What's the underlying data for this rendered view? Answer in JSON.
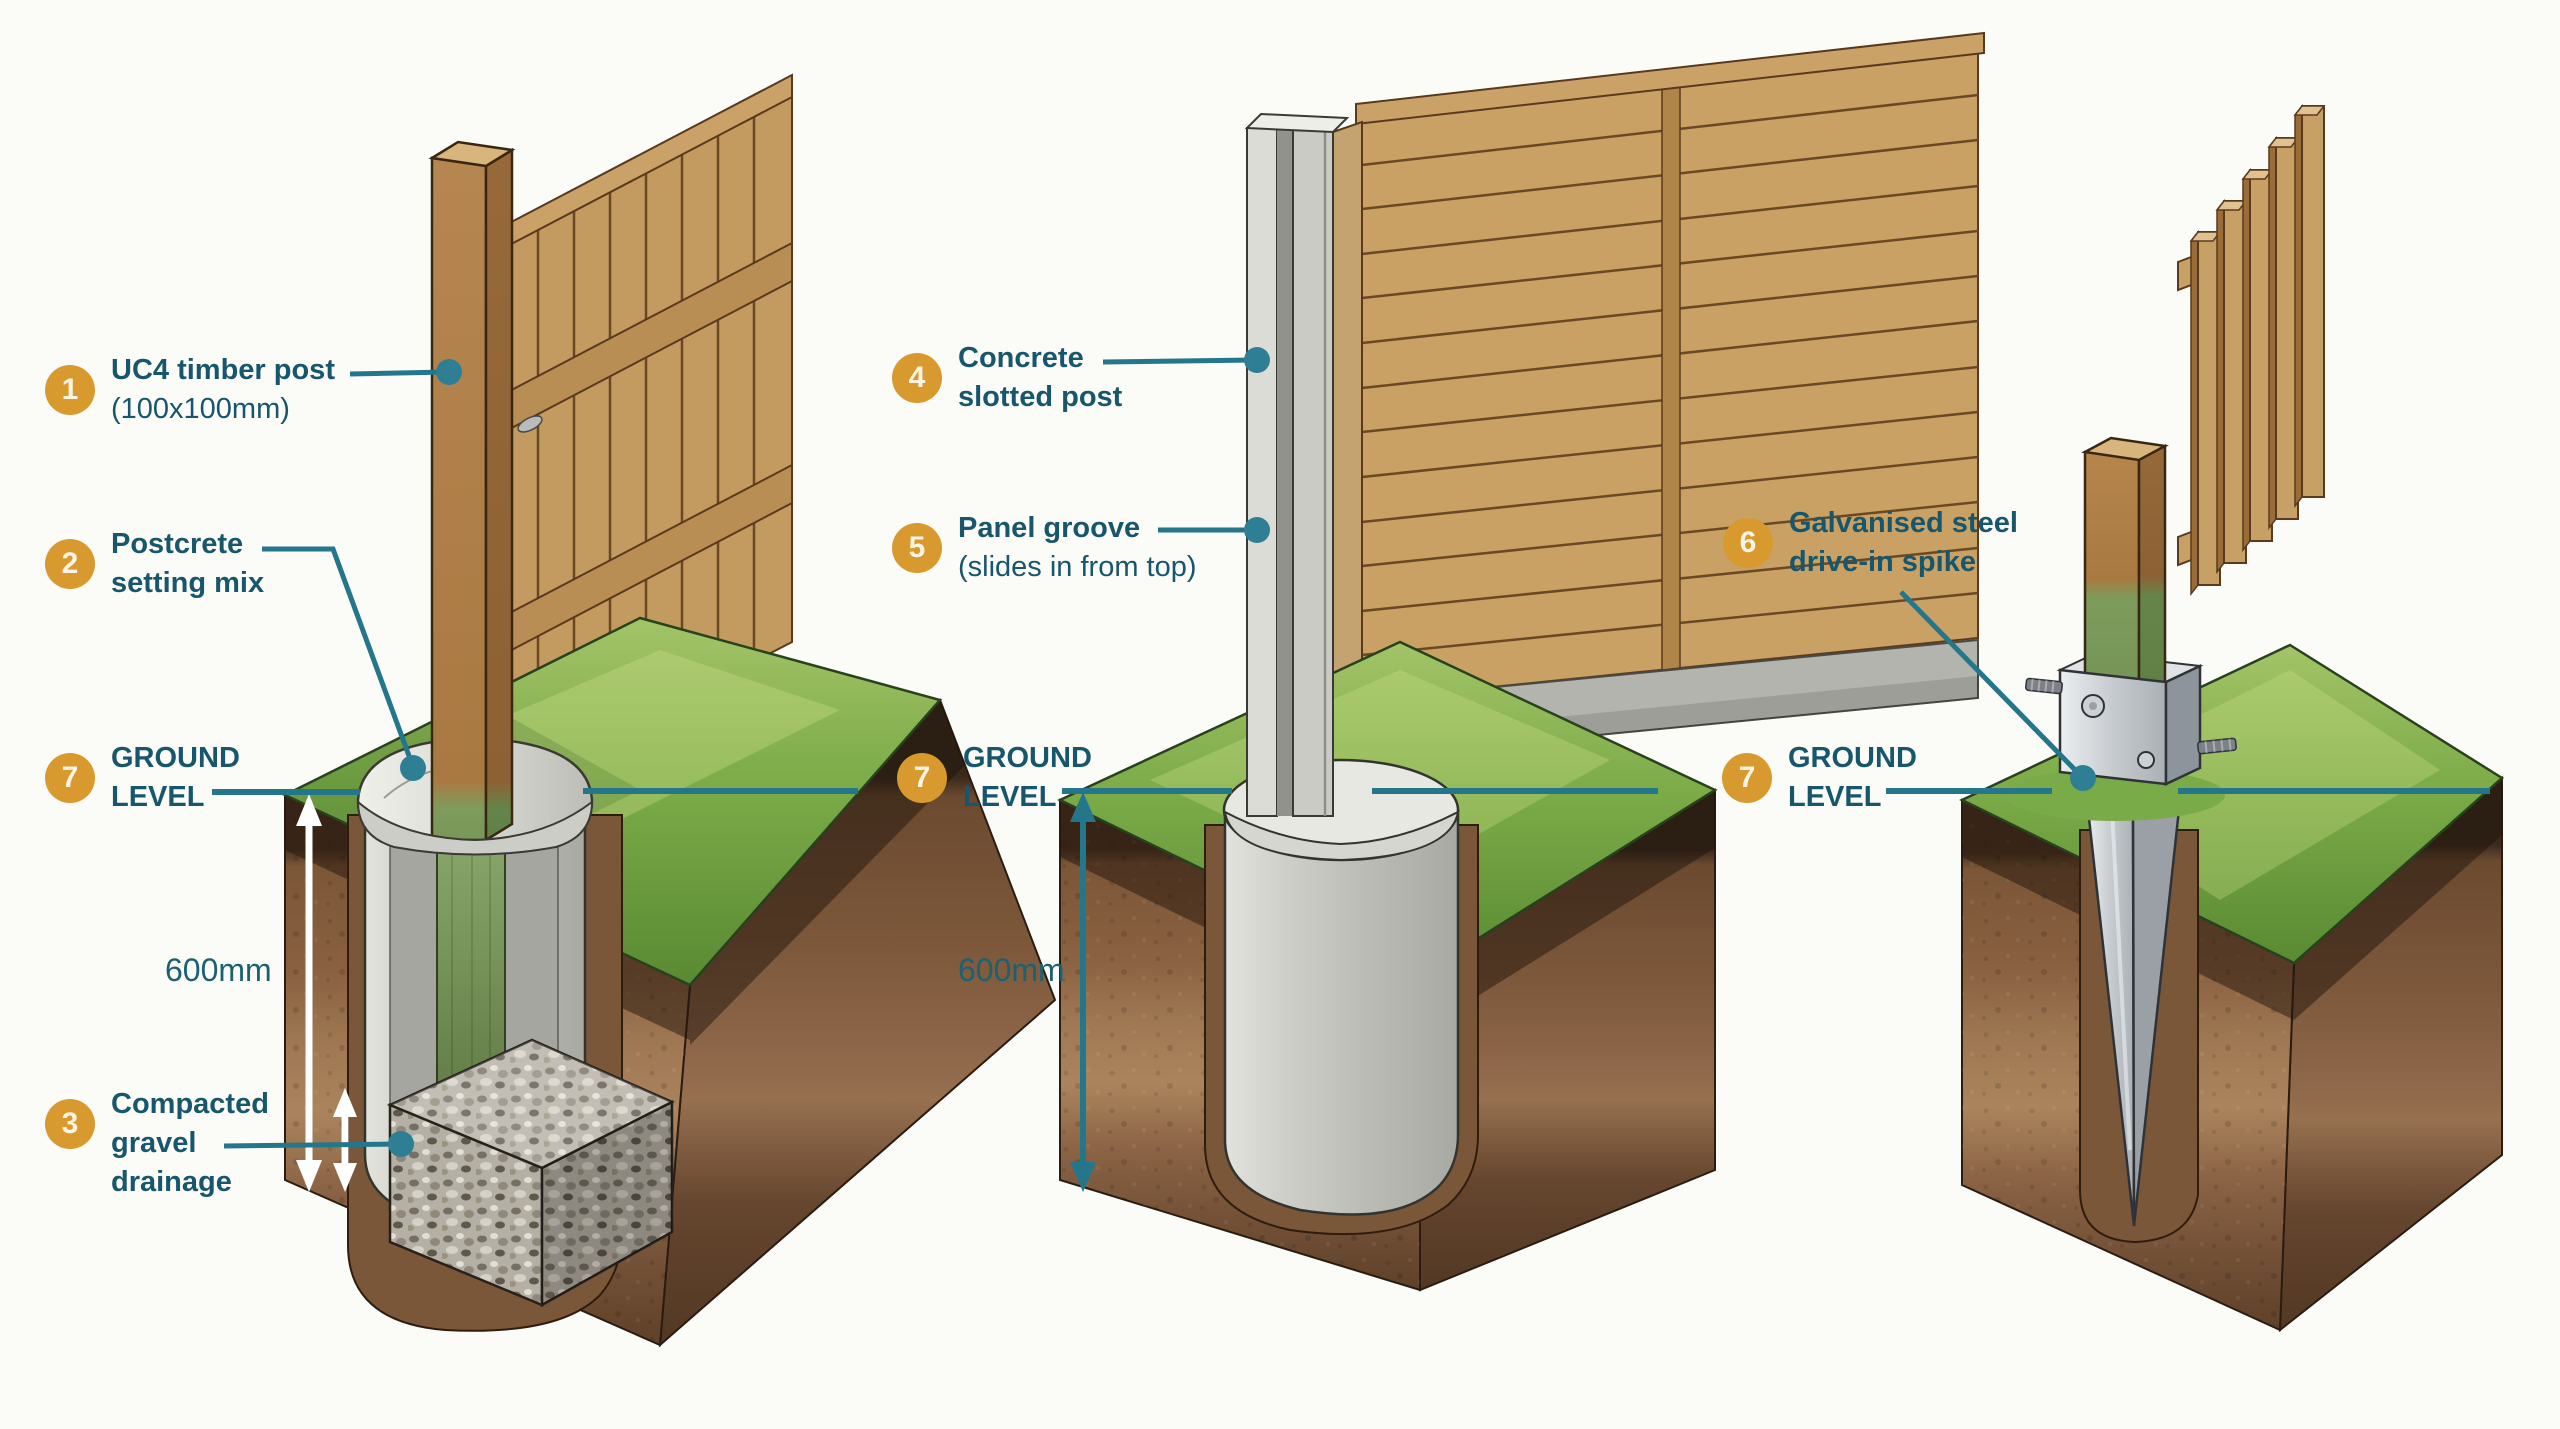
{
  "diagram": {
    "type": "fence-post-installation-methods",
    "colors": {
      "badge_orange": "#D8992E",
      "label_teal": "#17566B",
      "leader_line_teal": "#24768B",
      "background": "#FBFBF8"
    },
    "callouts": {
      "c1": {
        "num": "1",
        "lines": [
          "UC4 timber post",
          "(100x100mm)"
        ]
      },
      "c2": {
        "num": "2",
        "lines": [
          "Postcrete",
          "setting mix"
        ]
      },
      "c3": {
        "num": "3",
        "lines": [
          "Compacted",
          "gravel",
          "drainage"
        ]
      },
      "c4": {
        "num": "4",
        "lines": [
          "Concrete",
          "slotted post"
        ]
      },
      "c5": {
        "num": "5",
        "lines": [
          "Panel groove",
          "(slides in from top)"
        ]
      },
      "c6": {
        "num": "6",
        "lines": [
          "Galvanised steel",
          "drive-in spike"
        ]
      },
      "g_left": {
        "num": "7",
        "lines": [
          "GROUND",
          "LEVEL"
        ]
      },
      "g_mid": {
        "num": "7",
        "lines": [
          "GROUND",
          "LEVEL"
        ]
      },
      "g_right": {
        "num": "7",
        "lines": [
          "GROUND",
          "LEVEL"
        ]
      }
    },
    "measurements": {
      "left_depth": "600mm",
      "mid_depth": "600mm"
    }
  }
}
